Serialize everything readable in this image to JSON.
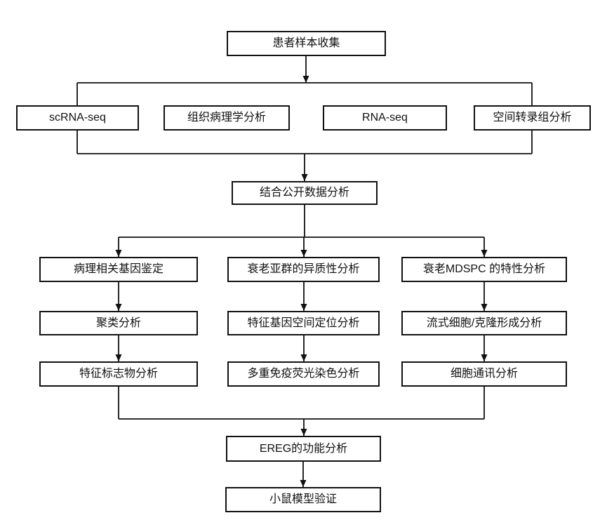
{
  "flowchart": {
    "background_color": "#ffffff",
    "line_color": "#111111",
    "box_border_color": "#111111",
    "box_fill_color": "#ffffff",
    "nodes": {
      "patient": {
        "label": "患者样本收集"
      },
      "scrna": {
        "label": "scRNA-seq"
      },
      "histopath": {
        "label": "组织病理学分析"
      },
      "rnaseq": {
        "label": "RNA-seq"
      },
      "spatial": {
        "label": "空间转录组分析"
      },
      "public_data": {
        "label": "结合公开数据分析"
      },
      "patho_genes": {
        "label": "病理相关基因鉴定"
      },
      "senescent_hetero": {
        "label": "衰老亚群的异质性分析"
      },
      "mdspc_traits": {
        "label": "衰老MDSPC 的特性分析"
      },
      "clustering": {
        "label": "聚类分析"
      },
      "spatial_localization": {
        "label": "特征基因空间定位分析"
      },
      "flow_clone": {
        "label": "流式细胞/克隆形成分析"
      },
      "marker_analysis": {
        "label": "特征标志物分析"
      },
      "immunofluorescence": {
        "label": "多重免疫荧光染色分析"
      },
      "cell_communication": {
        "label": "细胞通讯分析"
      },
      "ereg_function": {
        "label": "EREG的功能分析"
      },
      "mouse_model": {
        "label": "小鼠模型验证"
      }
    },
    "edges": [
      {
        "from": "patient",
        "to": [
          "scrna",
          "histopath",
          "rnaseq",
          "spatial"
        ]
      },
      {
        "from": "scrna|histopath|rnaseq|spatial",
        "to": [
          "public_data"
        ]
      },
      {
        "from": "public_data",
        "to": [
          "patho_genes",
          "senescent_hetero",
          "mdspc_traits"
        ]
      },
      {
        "from": "patho_genes",
        "to": [
          "clustering"
        ]
      },
      {
        "from": "clustering",
        "to": [
          "marker_analysis"
        ]
      },
      {
        "from": "senescent_hetero",
        "to": [
          "spatial_localization"
        ]
      },
      {
        "from": "spatial_localization",
        "to": [
          "immunofluorescence"
        ]
      },
      {
        "from": "mdspc_traits",
        "to": [
          "flow_clone"
        ]
      },
      {
        "from": "flow_clone",
        "to": [
          "cell_communication"
        ]
      },
      {
        "from": "marker_analysis|immunofluorescence|cell_communication",
        "to": [
          "ereg_function"
        ]
      },
      {
        "from": "ereg_function",
        "to": [
          "mouse_model"
        ]
      }
    ]
  }
}
